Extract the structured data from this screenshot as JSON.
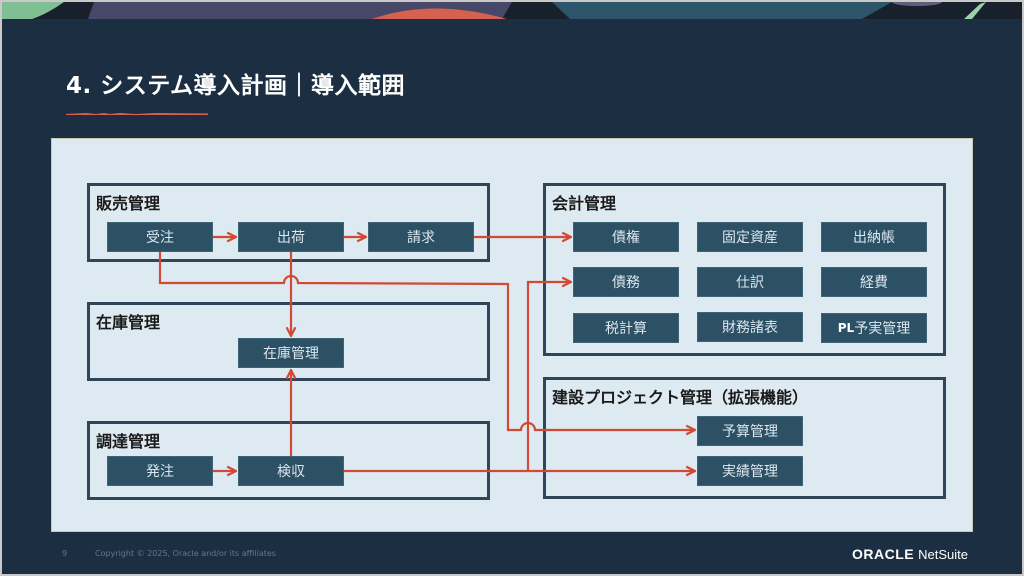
{
  "slide": {
    "title": "4. システム導入計画｜導入範囲",
    "page_number": "9",
    "copyright": "Copyright © 2025, Oracle and/or its affiliates",
    "brand": {
      "oracle": "ORACLE",
      "netsuite": "NetSuite"
    }
  },
  "colors": {
    "background": "#1c2f42",
    "panel": "#deeaf1",
    "group_border": "#2f4659",
    "box_fill": "#2c5064",
    "connector": "#d04a35",
    "accent_brush": "#d9604e"
  },
  "groups": {
    "sales": {
      "title": "販売管理",
      "items": [
        "受注",
        "出荷",
        "請求"
      ]
    },
    "inventory": {
      "title": "在庫管理",
      "items": [
        "在庫管理"
      ]
    },
    "procurement": {
      "title": "調達管理",
      "items": [
        "発注",
        "検収"
      ]
    },
    "accounting": {
      "title": "会計管理",
      "items": [
        "債権",
        "固定資産",
        "出納帳",
        "債務",
        "仕訳",
        "経費",
        "税計算",
        "財務諸表"
      ],
      "pl_prefix": "PL",
      "pl_suffix": "予実管理"
    },
    "construction": {
      "title": "建設プロジェクト管理（拡張機能）",
      "items": [
        "予算管理",
        "実績管理"
      ]
    }
  },
  "flows": [
    {
      "from": "受注",
      "to": "出荷"
    },
    {
      "from": "出荷",
      "to": "請求"
    },
    {
      "from": "請求",
      "to": "債権"
    },
    {
      "from": "受注",
      "to": "予算管理"
    },
    {
      "from": "出荷",
      "to": "在庫管理"
    },
    {
      "from": "発注",
      "to": "検収"
    },
    {
      "from": "検収",
      "to": "在庫管理"
    },
    {
      "from": "検収",
      "to": "実績管理"
    },
    {
      "from": "検収",
      "to": "債務"
    }
  ]
}
